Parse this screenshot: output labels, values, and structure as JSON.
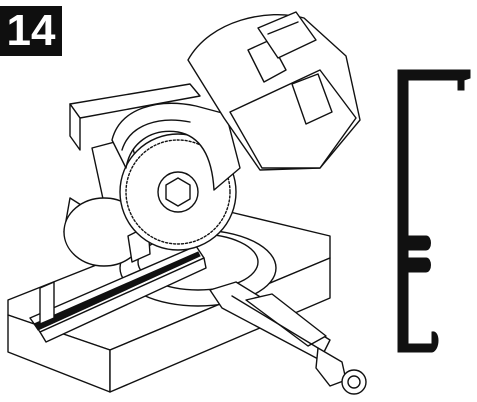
{
  "step": {
    "number": "14"
  },
  "illustration": {
    "subject": "miter-saw",
    "parts": [
      "base-block",
      "fence",
      "rotating-table",
      "miter-arm",
      "lock-knob",
      "blade",
      "blade-guard",
      "motor-housing",
      "handle"
    ]
  },
  "profile": {
    "subject": "extrusion-profile"
  },
  "colors": {
    "ink": "#111111",
    "paper": "#ffffff",
    "badge": "#0f0f0f"
  }
}
